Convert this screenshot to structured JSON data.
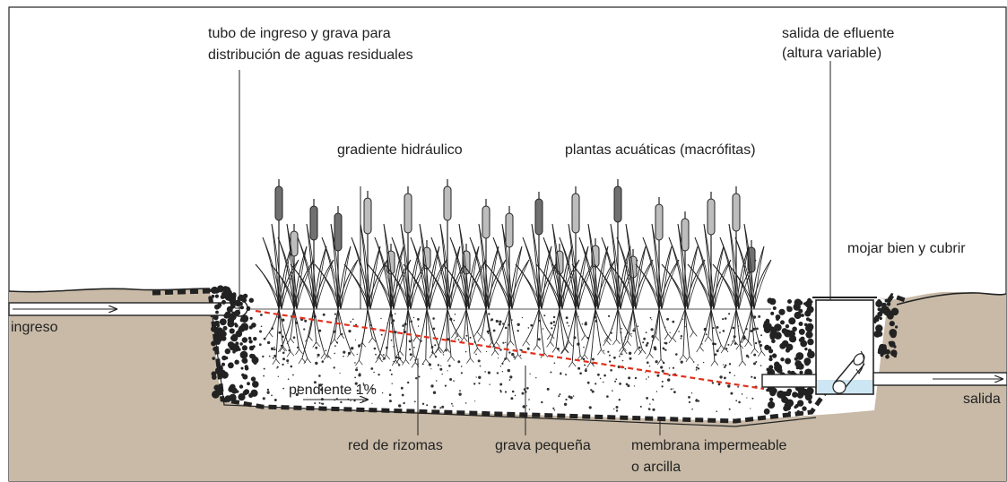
{
  "labels": {
    "inlet_pipe_line1": "tubo de ingreso y grava para",
    "inlet_pipe_line2": "distribución de aguas residuales",
    "outlet_line1": "salida de efluente",
    "outlet_line2": "(altura variable)",
    "hydraulic_gradient": "gradiente hidráulico",
    "aquatic_plants": "plantas acuáticas (macrófitas)",
    "wet_and_cover": "mojar bien y cubrir",
    "inflow": "ingreso",
    "slope": "pendiente 1%",
    "outflow": "salida",
    "rhizome_network": "red de rizomas",
    "small_gravel": "grava pequeña",
    "membrane_line1": "membrana impermeable",
    "membrane_line2": "o arcilla"
  },
  "colors": {
    "soil": "#c8baa7",
    "line": "#222222",
    "gradient": "#e0301e",
    "water": "#cde6f3",
    "plant_dark": "#707070",
    "plant_light": "#bdbdbd"
  }
}
